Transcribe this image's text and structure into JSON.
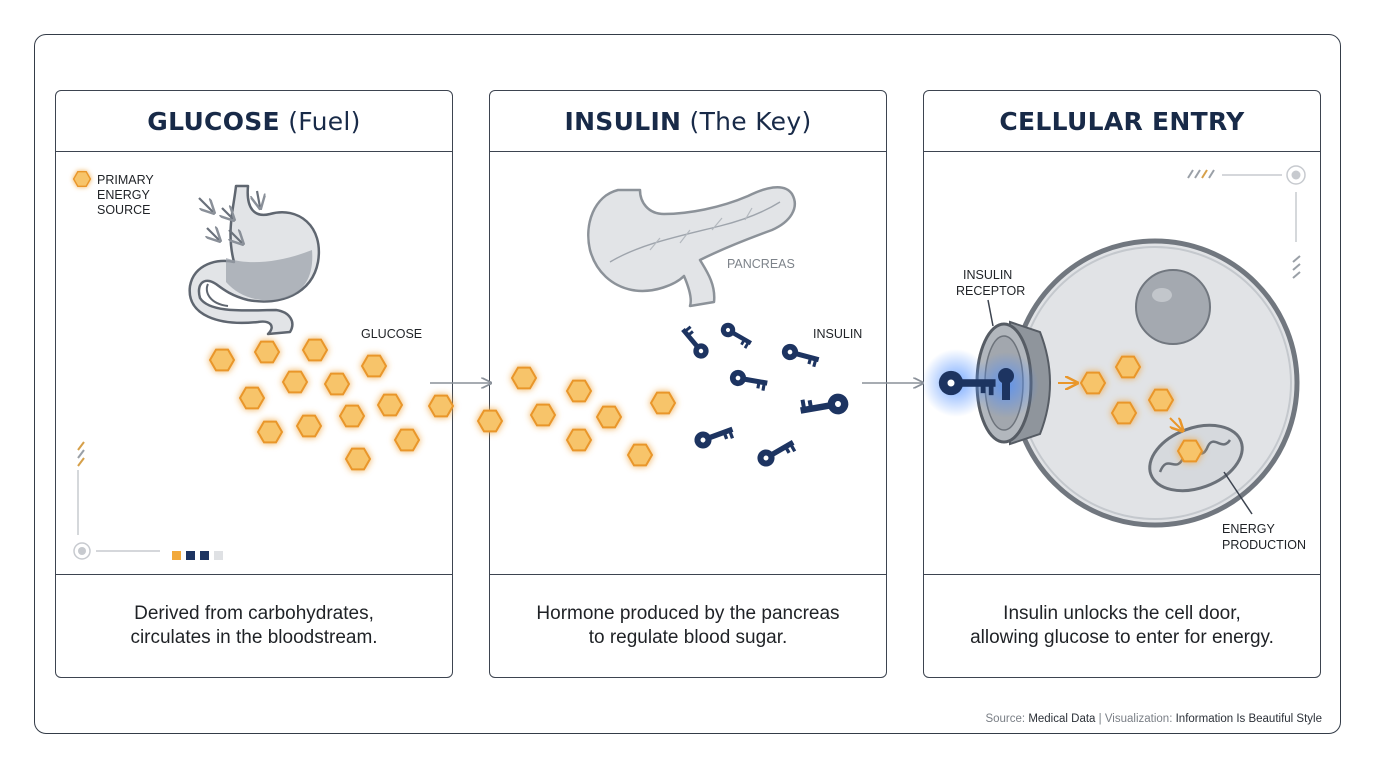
{
  "panels": [
    {
      "title_strong": "GLUCOSE",
      "title_light": "(Fuel)",
      "caption_line1": "Derived from carbohydrates,",
      "caption_line2": "circulates in the bloodstream.",
      "legend_line1": "PRIMARY",
      "legend_line2": "ENERGY",
      "legend_line3": "SOURCE",
      "molecule_label": "GLUCOSE"
    },
    {
      "title_strong": "INSULIN",
      "title_light": "(The Key)",
      "caption_line1": "Hormone produced by the pancreas",
      "caption_line2": "to regulate blood sugar.",
      "organ_label": "PANCREAS",
      "key_label": "INSULIN"
    },
    {
      "title_strong": "CELLULAR ENTRY",
      "title_light": "",
      "caption_line1": "Insulin unlocks the cell door,",
      "caption_line2": "allowing glucose to enter for energy.",
      "receptor_line1": "INSULIN",
      "receptor_line2": "RECEPTOR",
      "energy_line1": "ENERGY",
      "energy_line2": "PRODUCTION"
    }
  ],
  "credit": {
    "source_label": "Source:",
    "source_value": "Medical Data",
    "separator": "|",
    "viz_label": "Visualization:",
    "viz_value": "Information Is Beautiful Style"
  },
  "colors": {
    "glucose": "#f2a93b",
    "insulin": "#1d3461",
    "outline": "#3d4450",
    "organ": "#dfe1e4",
    "glow": "#4a8cff"
  },
  "icons": [
    "hexagon-icon",
    "stomach-icon",
    "pancreas-icon",
    "key-icon",
    "keyhole-icon",
    "cell-icon",
    "mitochondria-icon"
  ]
}
